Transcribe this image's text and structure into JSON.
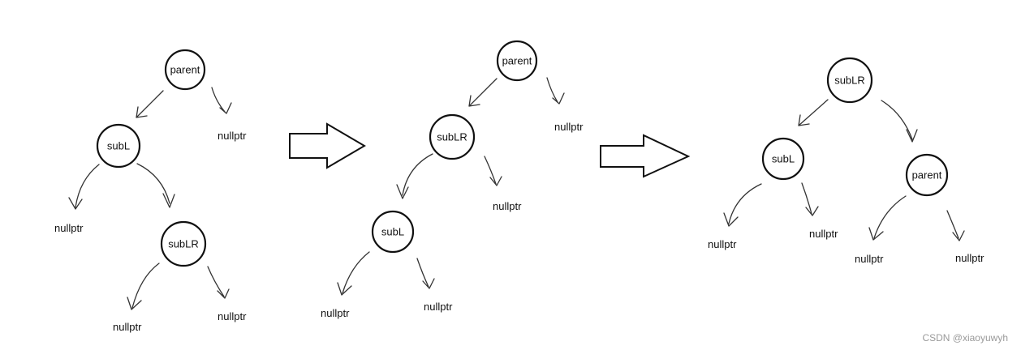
{
  "diagrams": [
    {
      "nodes": [
        {
          "id": "d1-parent",
          "label": "parent"
        },
        {
          "id": "d1-subL",
          "label": "subL"
        },
        {
          "id": "d1-subLR",
          "label": "subLR"
        }
      ],
      "null_labels": [
        "nullptr",
        "nullptr",
        "nullptr",
        "nullptr"
      ]
    },
    {
      "nodes": [
        {
          "id": "d2-parent",
          "label": "parent"
        },
        {
          "id": "d2-subLR",
          "label": "subLR"
        },
        {
          "id": "d2-subL",
          "label": "subL"
        }
      ],
      "null_labels": [
        "nullptr",
        "nullptr",
        "nullptr",
        "nullptr"
      ]
    },
    {
      "nodes": [
        {
          "id": "d3-subLR",
          "label": "subLR"
        },
        {
          "id": "d3-subL",
          "label": "subL"
        },
        {
          "id": "d3-parent",
          "label": "parent"
        }
      ],
      "null_labels": [
        "nullptr",
        "nullptr",
        "nullptr",
        "nullptr"
      ]
    }
  ],
  "transition_arrows": 2,
  "watermark": "CSDN @xiaoyuwyh"
}
